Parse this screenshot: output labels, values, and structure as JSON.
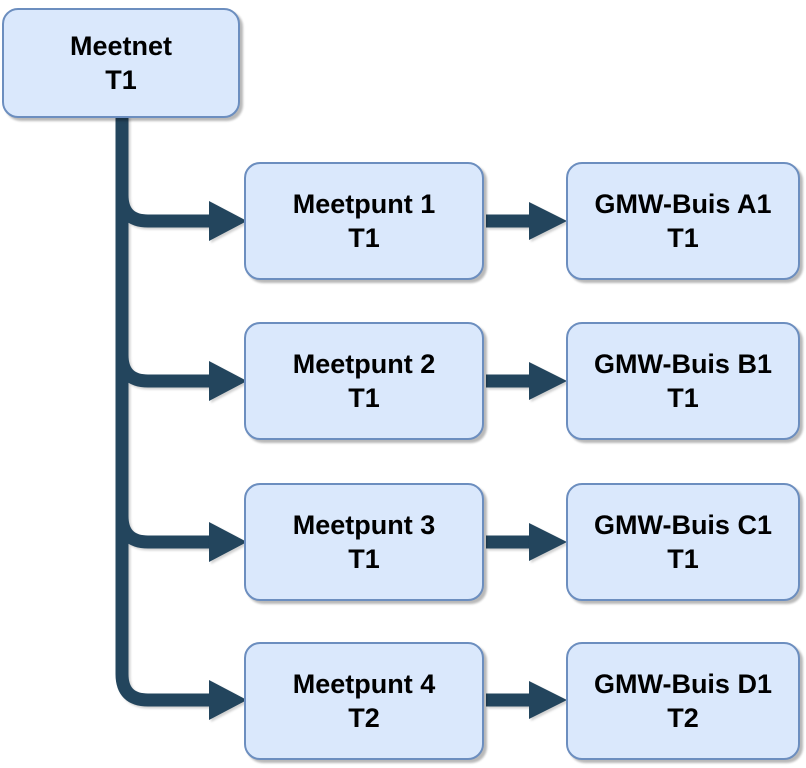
{
  "diagram": {
    "type": "tree-flowchart",
    "root": {
      "label": "Meetnet",
      "code": "T1"
    },
    "rows": [
      {
        "meetpunt": {
          "label": "Meetpunt 1",
          "code": "T1"
        },
        "gmw_buis": {
          "label": "GMW-Buis A1",
          "code": "T1"
        }
      },
      {
        "meetpunt": {
          "label": "Meetpunt 2",
          "code": "T1"
        },
        "gmw_buis": {
          "label": "GMW-Buis B1",
          "code": "T1"
        }
      },
      {
        "meetpunt": {
          "label": "Meetpunt 3",
          "code": "T1"
        },
        "gmw_buis": {
          "label": "GMW-Buis C1",
          "code": "T1"
        }
      },
      {
        "meetpunt": {
          "label": "Meetpunt 4",
          "code": "T2"
        },
        "gmw_buis": {
          "label": "GMW-Buis D1",
          "code": "T2"
        }
      }
    ],
    "colors": {
      "node_fill": "#dae8fc",
      "node_border": "#6c8ebf",
      "connector": "#23455d",
      "text": "#000000",
      "background": "#ffffff"
    }
  }
}
